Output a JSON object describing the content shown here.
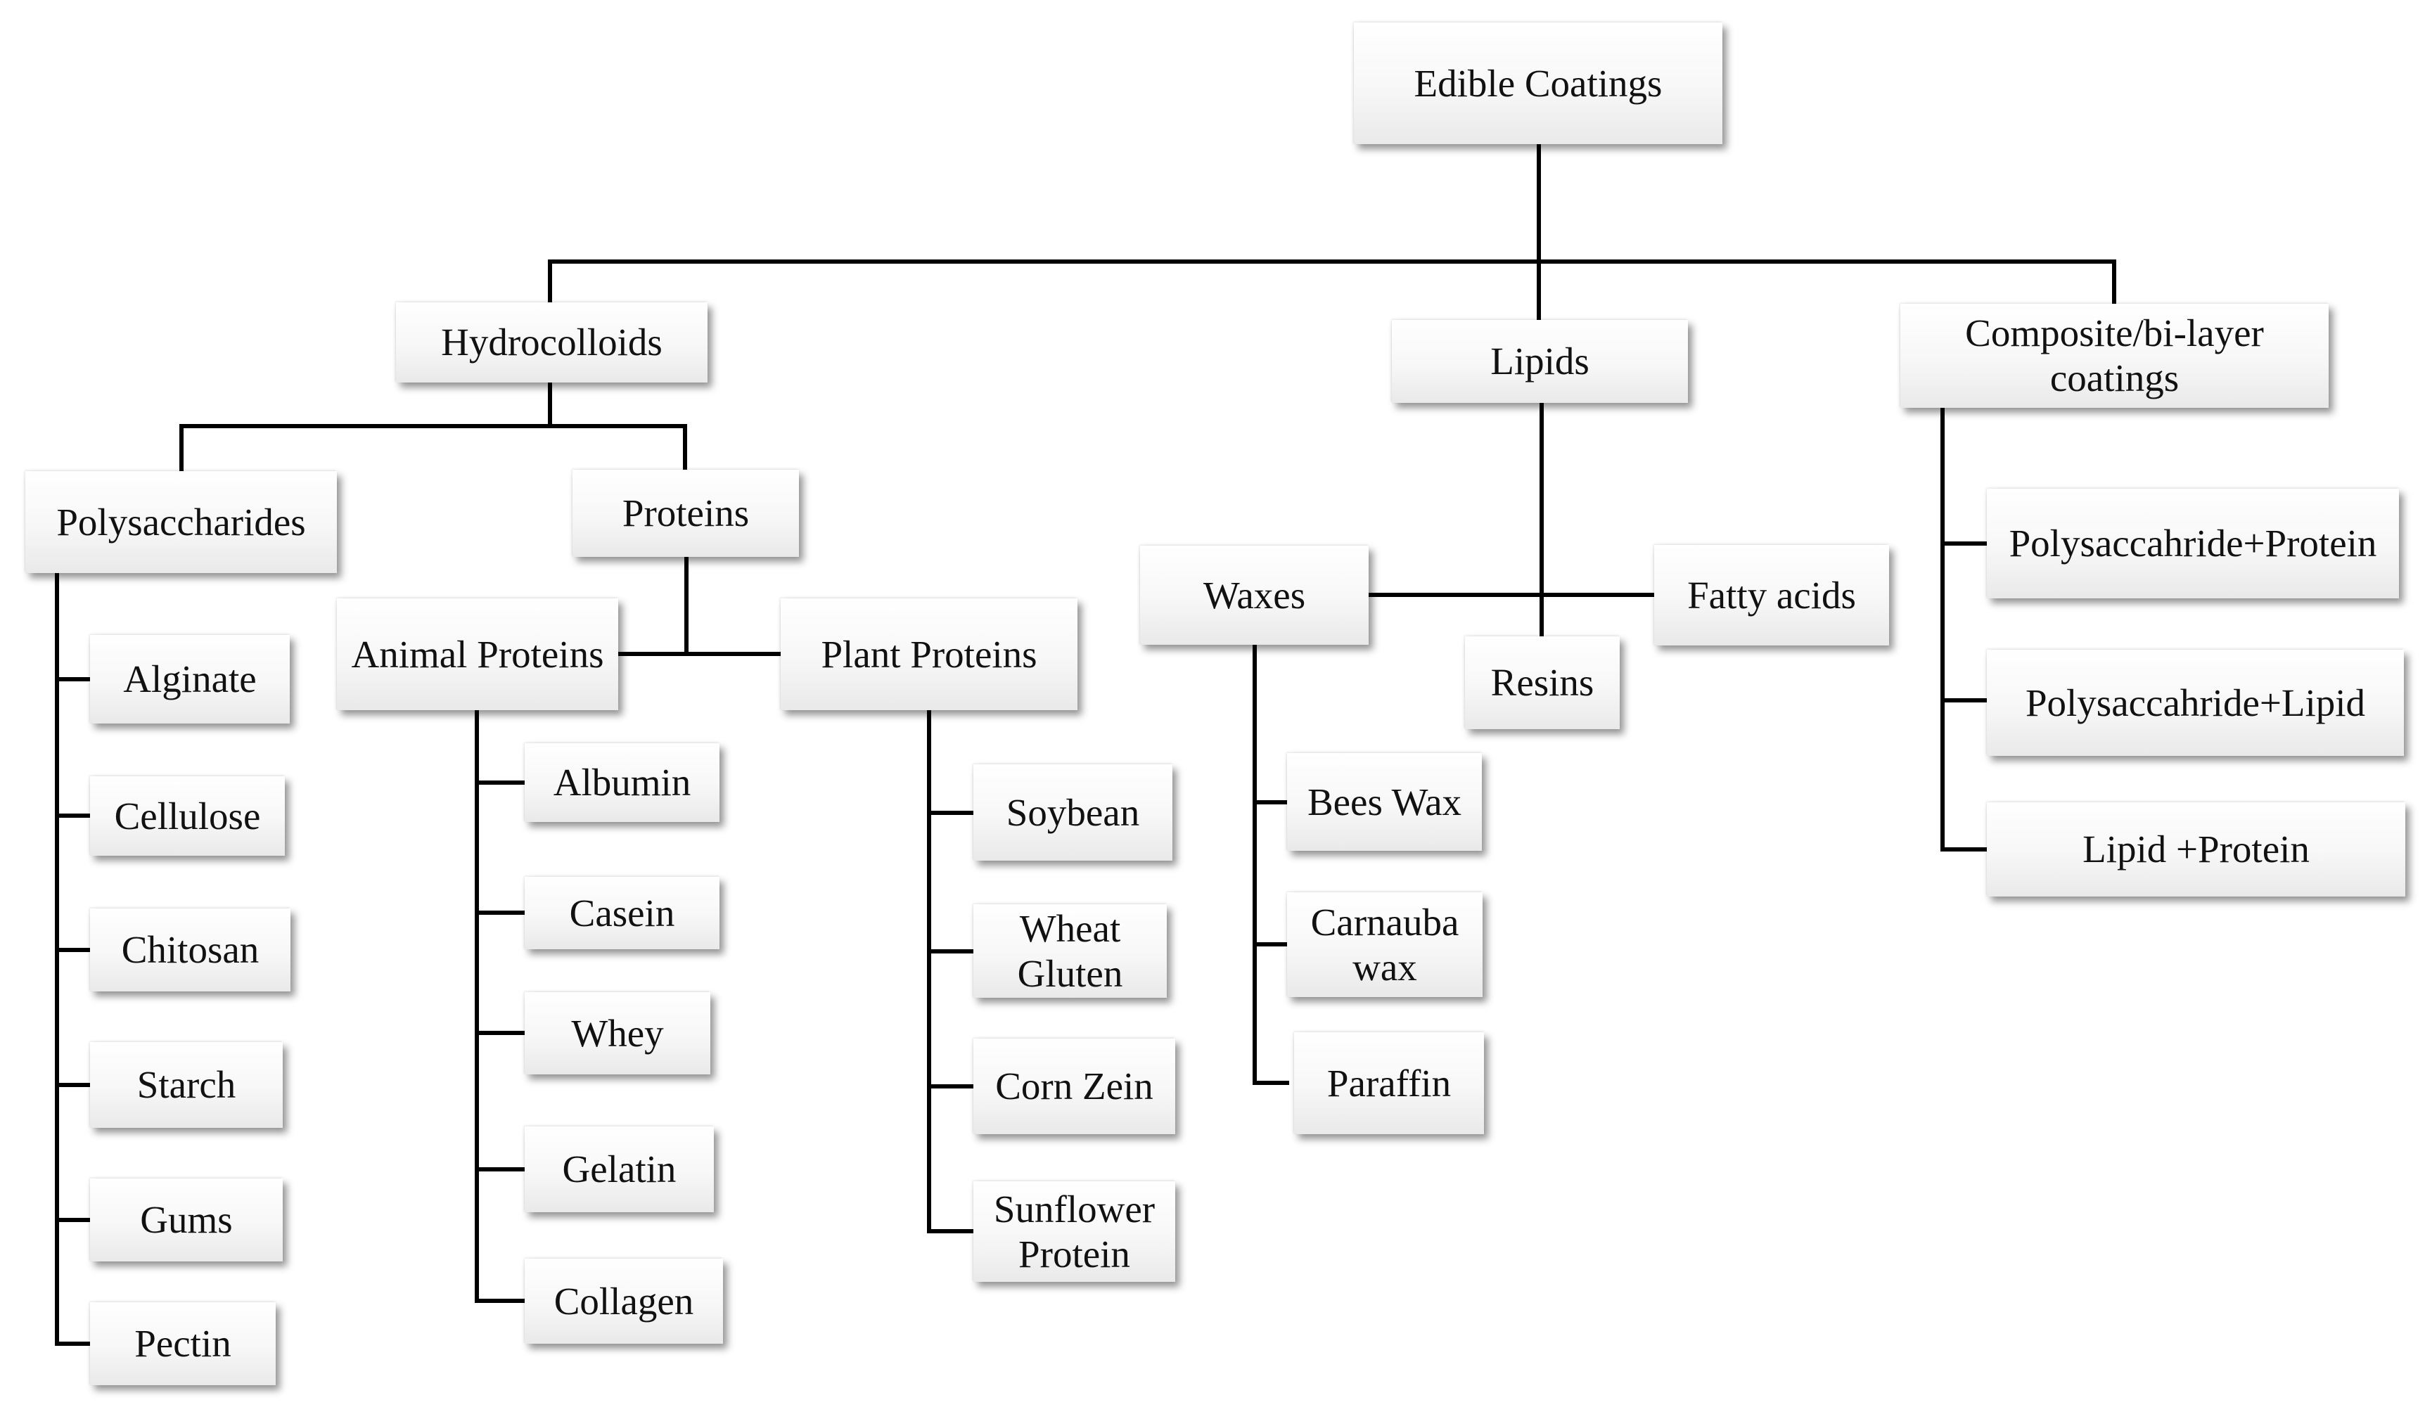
{
  "diagram": {
    "root": "Edible Coatings",
    "categories": {
      "hydrocolloids": "Hydrocolloids",
      "lipids": "Lipids",
      "composite": "Composite/bi-layer\ncoatings"
    },
    "hydrocolloids": {
      "polysaccharides": {
        "label": "Polysaccharides",
        "items": [
          "Alginate",
          "Cellulose",
          "Chitosan",
          "Starch",
          "Gums",
          "Pectin"
        ]
      },
      "proteins": {
        "label": "Proteins",
        "animal": {
          "label": "Animal Proteins",
          "items": [
            "Albumin",
            "Casein",
            "Whey",
            "Gelatin",
            "Collagen"
          ]
        },
        "plant": {
          "label": "Plant Proteins",
          "items": [
            "Soybean",
            "Wheat\nGluten",
            "Corn Zein",
            "Sunflower\nProtein"
          ]
        }
      }
    },
    "lipids": {
      "waxes": {
        "label": "Waxes",
        "items": [
          "Bees Wax",
          "Carnauba\nwax",
          "Paraffin"
        ]
      },
      "resins": "Resins",
      "fatty_acids": "Fatty acids"
    },
    "composite": {
      "items": [
        "Polysaccahride+Protein",
        "Polysaccahride+Lipid",
        "Lipid +Protein"
      ]
    }
  }
}
